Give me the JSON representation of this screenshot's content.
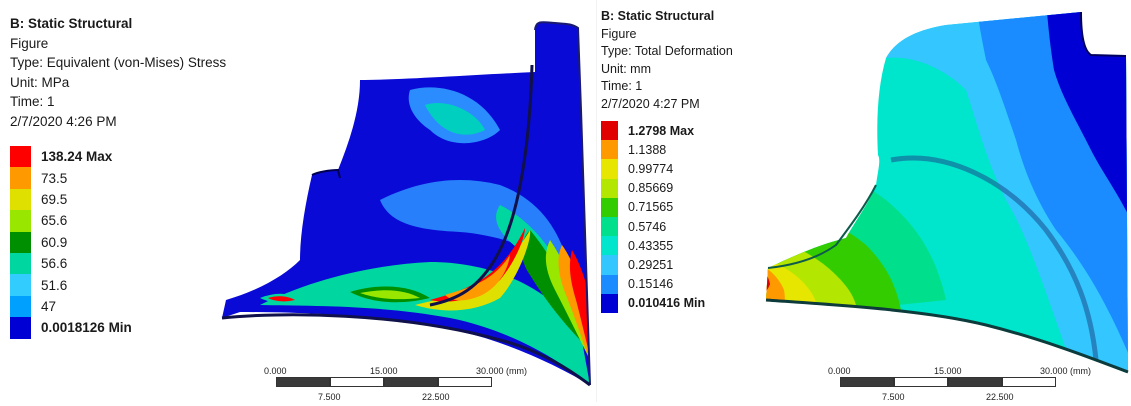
{
  "left": {
    "info": {
      "title": "B: Static Structural",
      "line1": "Figure",
      "line2": "Type: Equivalent (von-Mises) Stress",
      "line3": "Unit: MPa",
      "line4": "Time: 1",
      "line5": "2/7/2020 4:26 PM"
    },
    "legend": [
      {
        "label": "138.24 Max",
        "color": "#ff0000"
      },
      {
        "label": "73.5",
        "color": "#ff9900"
      },
      {
        "label": "69.5",
        "color": "#e0e000"
      },
      {
        "label": "65.6",
        "color": "#99e600"
      },
      {
        "label": "60.9",
        "color": "#008f00"
      },
      {
        "label": "56.6",
        "color": "#00d6a0"
      },
      {
        "label": "51.6",
        "color": "#33ccff"
      },
      {
        "label": "47",
        "color": "#00a0ff"
      },
      {
        "label": "0.0018126 Min",
        "color": "#0000d4"
      }
    ],
    "scale": {
      "t0": "0.000",
      "t15": "15.000",
      "t30": "30.000 (mm)",
      "b75": "7.500",
      "b225": "22.500"
    }
  },
  "right": {
    "info": {
      "title": "B: Static Structural",
      "line1": "Figure",
      "line2": "Type: Total Deformation",
      "line3": "Unit: mm",
      "line4": "Time: 1",
      "line5": "2/7/2020 4:27 PM"
    },
    "legend": [
      {
        "label": "1.2798 Max",
        "color": "#e00000"
      },
      {
        "label": "1.1388",
        "color": "#ff9900"
      },
      {
        "label": "0.99774",
        "color": "#e6e600"
      },
      {
        "label": "0.85669",
        "color": "#b3e600"
      },
      {
        "label": "0.71565",
        "color": "#33cc00"
      },
      {
        "label": "0.5746",
        "color": "#00e08c"
      },
      {
        "label": "0.43355",
        "color": "#00e6cc"
      },
      {
        "label": "0.29251",
        "color": "#33c6ff"
      },
      {
        "label": "0.15146",
        "color": "#1a8cff"
      },
      {
        "label": "0.010416 Min",
        "color": "#0000d4"
      }
    ],
    "scale": {
      "t0": "0.000",
      "t15": "15.000",
      "t30": "30.000 (mm)",
      "b75": "7.500",
      "b225": "22.500"
    }
  }
}
